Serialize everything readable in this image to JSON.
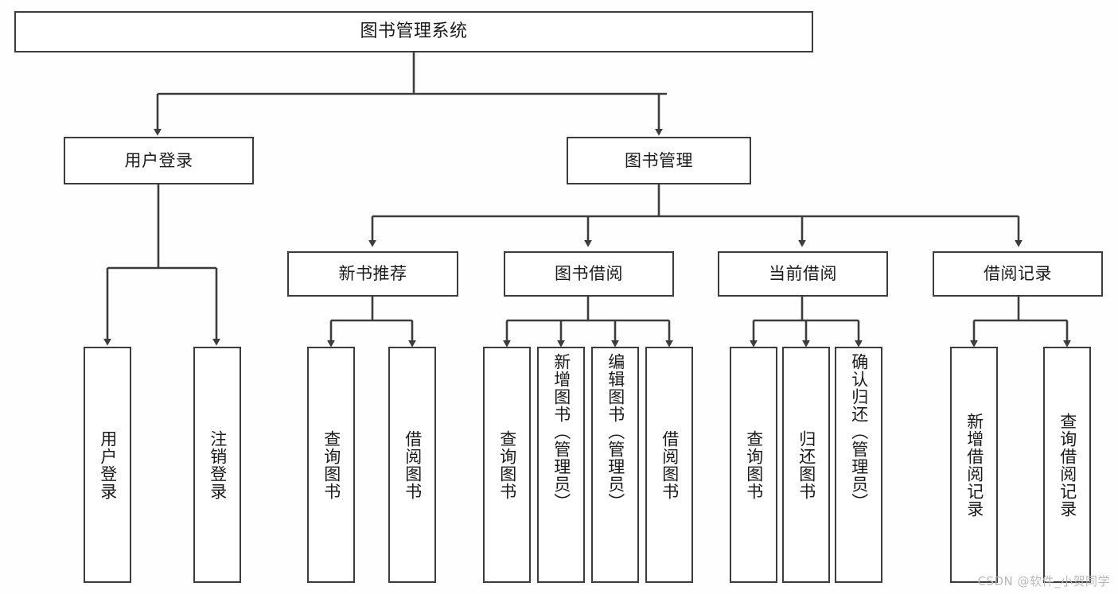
{
  "diagram": {
    "title": "图书管理系统",
    "type": "hierarchy-tree",
    "colors": {
      "background": "#fefefe",
      "node_fill": "#ffffff",
      "node_border": "#3c3c3c",
      "edge": "#3c3c3c",
      "text": "#1b1b1b",
      "watermark": "#b9b9b9"
    },
    "nodes": {
      "root": {
        "label": "图书管理系统"
      },
      "level1": [
        {
          "label": "用户登录"
        },
        {
          "label": "图书管理"
        }
      ],
      "level2": [
        {
          "label": "新书推荐"
        },
        {
          "label": "图书借阅"
        },
        {
          "label": "当前借阅"
        },
        {
          "label": "借阅记录"
        }
      ],
      "leaves": {
        "user_login": [
          {
            "label": "用户登录"
          },
          {
            "label": "注销登录"
          }
        ],
        "new_book_recommend": [
          {
            "label": "查询图书"
          },
          {
            "label": "借阅图书"
          }
        ],
        "book_borrow": [
          {
            "label": "查询图书"
          },
          {
            "label": "新增图书（管理员）"
          },
          {
            "label": "编辑图书（管理员）"
          },
          {
            "label": "借阅图书"
          }
        ],
        "current_borrow": [
          {
            "label": "查询图书"
          },
          {
            "label": "归还图书"
          },
          {
            "label": "确认归还（管理员）"
          }
        ],
        "borrow_record": [
          {
            "label": "新增借阅记录"
          },
          {
            "label": "查询借阅记录"
          }
        ]
      }
    }
  },
  "watermark": {
    "text": "CSDN @软件_小贺同学"
  }
}
